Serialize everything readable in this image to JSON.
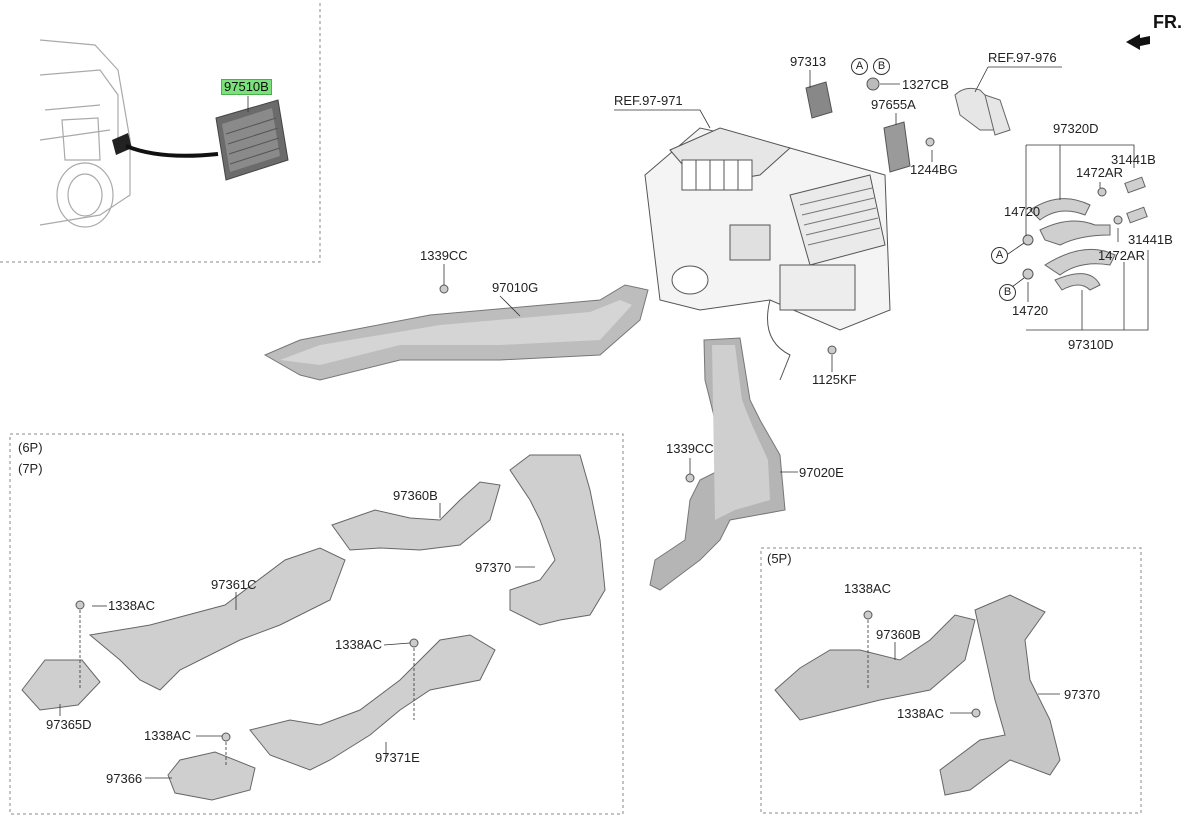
{
  "direction": "FR.",
  "refs": {
    "heater_unit": "REF.97-971",
    "hoses": "REF.97-976"
  },
  "sections": {
    "p6": "(6P)",
    "p7": "(7P)",
    "p5": "(5P)"
  },
  "callouts": {
    "a": "A",
    "b": "B"
  },
  "parts": {
    "vent_highlighted": "97510B",
    "gasket_97313": "97313",
    "bolt_1327CB": "1327CB",
    "seal_97655A": "97655A",
    "bolt_1244BG": "1244BG",
    "hose_assy_97320D": "97320D",
    "fitting_31441B_top": "31441B",
    "clamp_1472AR_top": "1472AR",
    "clamp_14720_top": "14720",
    "fitting_31441B_bottom": "31441B",
    "clamp_1472AR_bottom": "1472AR",
    "clamp_14720_bottom": "14720",
    "hose_assy_97310D": "97310D",
    "screw_1339CC_left": "1339CC",
    "duct_97010G": "97010G",
    "bolt_1125KF": "1125KF",
    "screw_1339CC_right": "1339CC",
    "duct_97020E": "97020E",
    "duct_97360B_7p": "97360B",
    "duct_97370_7p": "97370",
    "duct_97361C": "97361C",
    "screw_1338AC_a": "1338AC",
    "screw_1338AC_b": "1338AC",
    "vent_97365D": "97365D",
    "screw_1338AC_c": "1338AC",
    "duct_97371E": "97371E",
    "vent_97366": "97366",
    "screw_1338AC_5p_top": "1338AC",
    "duct_97360B_5p": "97360B",
    "duct_97370_5p": "97370",
    "screw_1338AC_5p_bottom": "1338AC"
  }
}
